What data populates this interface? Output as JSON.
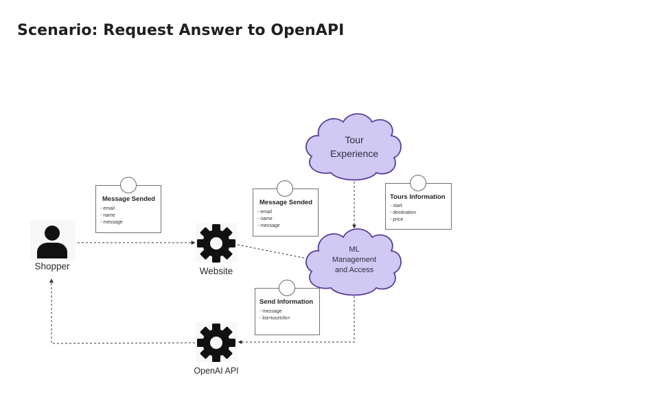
{
  "title": "Scenario: Request Answer to OpenAPI",
  "actors": {
    "shopper": {
      "label": "Shopper",
      "icon": "person-icon"
    },
    "website": {
      "label": "Website",
      "icon": "gear-icon"
    },
    "openai": {
      "label": "OpenAI API",
      "icon": "gear-icon"
    }
  },
  "clouds": {
    "tour": {
      "line1": "Tour",
      "line2": "Experience"
    },
    "ml": {
      "line1": "ML",
      "line2": "Management",
      "line3": "and Access"
    }
  },
  "cards": {
    "message_1": {
      "title": "Message Sended",
      "items": [
        "- email",
        "- name",
        "- message"
      ]
    },
    "message_2": {
      "title": "Message Sended",
      "items": [
        "- email",
        "- name",
        "- message"
      ]
    },
    "tours": {
      "title": "Tours Information",
      "items": [
        "- start",
        "- destination",
        "- price"
      ]
    },
    "send": {
      "title": "Send Information",
      "items": [
        "- message",
        "- list<tourInfo>"
      ]
    }
  },
  "colors": {
    "cloud_fill": "#cfc9f4",
    "cloud_stroke": "#5a3b9a",
    "connector": "#333333",
    "icon": "#111111"
  }
}
